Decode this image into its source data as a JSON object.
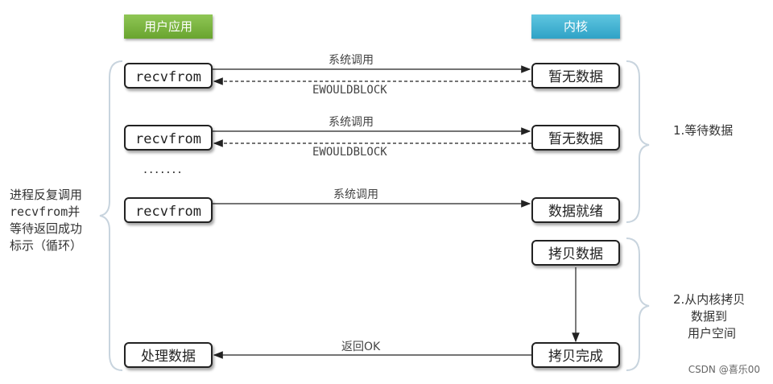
{
  "headers": {
    "user": "用户应用",
    "kernel": "内核"
  },
  "colors": {
    "user_header": "#79b33f",
    "kernel_header": "#3bb0d2",
    "bracket": "#c8d4de"
  },
  "rows": [
    {
      "left": "recvfrom",
      "right": "暂无数据",
      "call": "系统调用",
      "reply": "EWOULDBLOCK"
    },
    {
      "left": "recvfrom",
      "right": "暂无数据",
      "call": "系统调用",
      "reply": "EWOULDBLOCK"
    },
    {
      "left": "recvfrom",
      "right": "数据就绪",
      "call": "系统调用"
    }
  ],
  "ellipsis": ".......",
  "copy_box": "拷贝数据",
  "done_box": "拷贝完成",
  "process_box": "处理数据",
  "return_label": "返回OK",
  "left_note": [
    "进程反复调用",
    "recvfrom并",
    "等待返回成功",
    "标示（循环）"
  ],
  "stage1": "1.等待数据",
  "stage2": [
    "2.从内核拷贝",
    "数据到",
    "用户空间"
  ],
  "watermark": "CSDN @喜乐00"
}
